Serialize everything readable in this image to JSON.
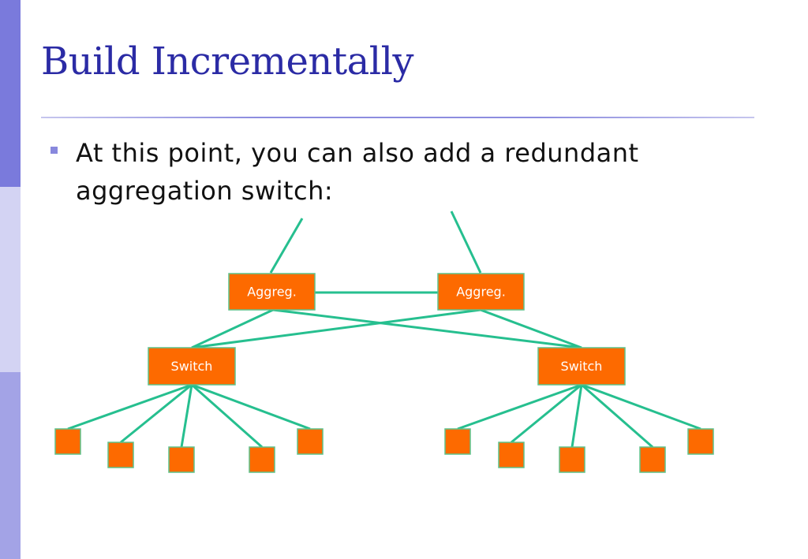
{
  "slide": {
    "title": "Build Incrementally",
    "bullets": [
      "At this point, you can also add a redundant aggregation switch:"
    ]
  },
  "diagram": {
    "colors": {
      "node_fill": "#fd6a00",
      "node_border": "#5ec28a",
      "edge": "#26bf8f"
    },
    "nodes": {
      "aggreg_left": {
        "label": "Aggreg."
      },
      "aggreg_right": {
        "label": "Aggreg."
      },
      "switch_left": {
        "label": "Switch"
      },
      "switch_right": {
        "label": "Switch"
      }
    },
    "uplinks": 2,
    "hosts_per_switch": 5
  }
}
